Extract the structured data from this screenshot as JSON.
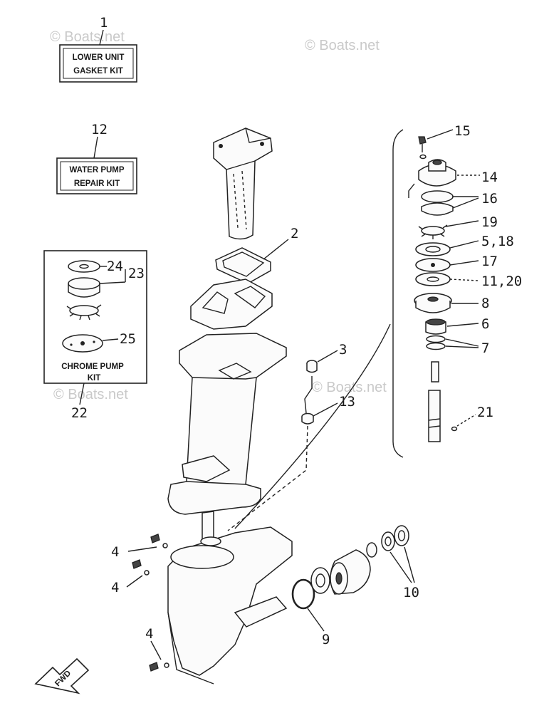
{
  "watermark": "© Boats.net",
  "kit_boxes": {
    "gasket": {
      "number": "1",
      "line1": "LOWER UNIT",
      "line2": "GASKET KIT"
    },
    "water_pump": {
      "number": "12",
      "line1": "WATER PUMP",
      "line2": "REPAIR KIT"
    },
    "chrome_pump": {
      "number": "22",
      "line1": "CHROME PUMP",
      "line2": "KIT"
    }
  },
  "callouts": {
    "c2": "2",
    "c3": "3",
    "c4a": "4",
    "c4b": "4",
    "c4c": "4",
    "c5_18": "5,18",
    "c6": "6",
    "c7": "7",
    "c8": "8",
    "c9": "9",
    "c10": "10",
    "c11_20": "11,20",
    "c13": "13",
    "c14": "14",
    "c15": "15",
    "c16": "16",
    "c17": "17",
    "c19": "19",
    "c21": "21",
    "c23": "23",
    "c24": "24",
    "c25": "25"
  },
  "fwd_label": "FWD"
}
